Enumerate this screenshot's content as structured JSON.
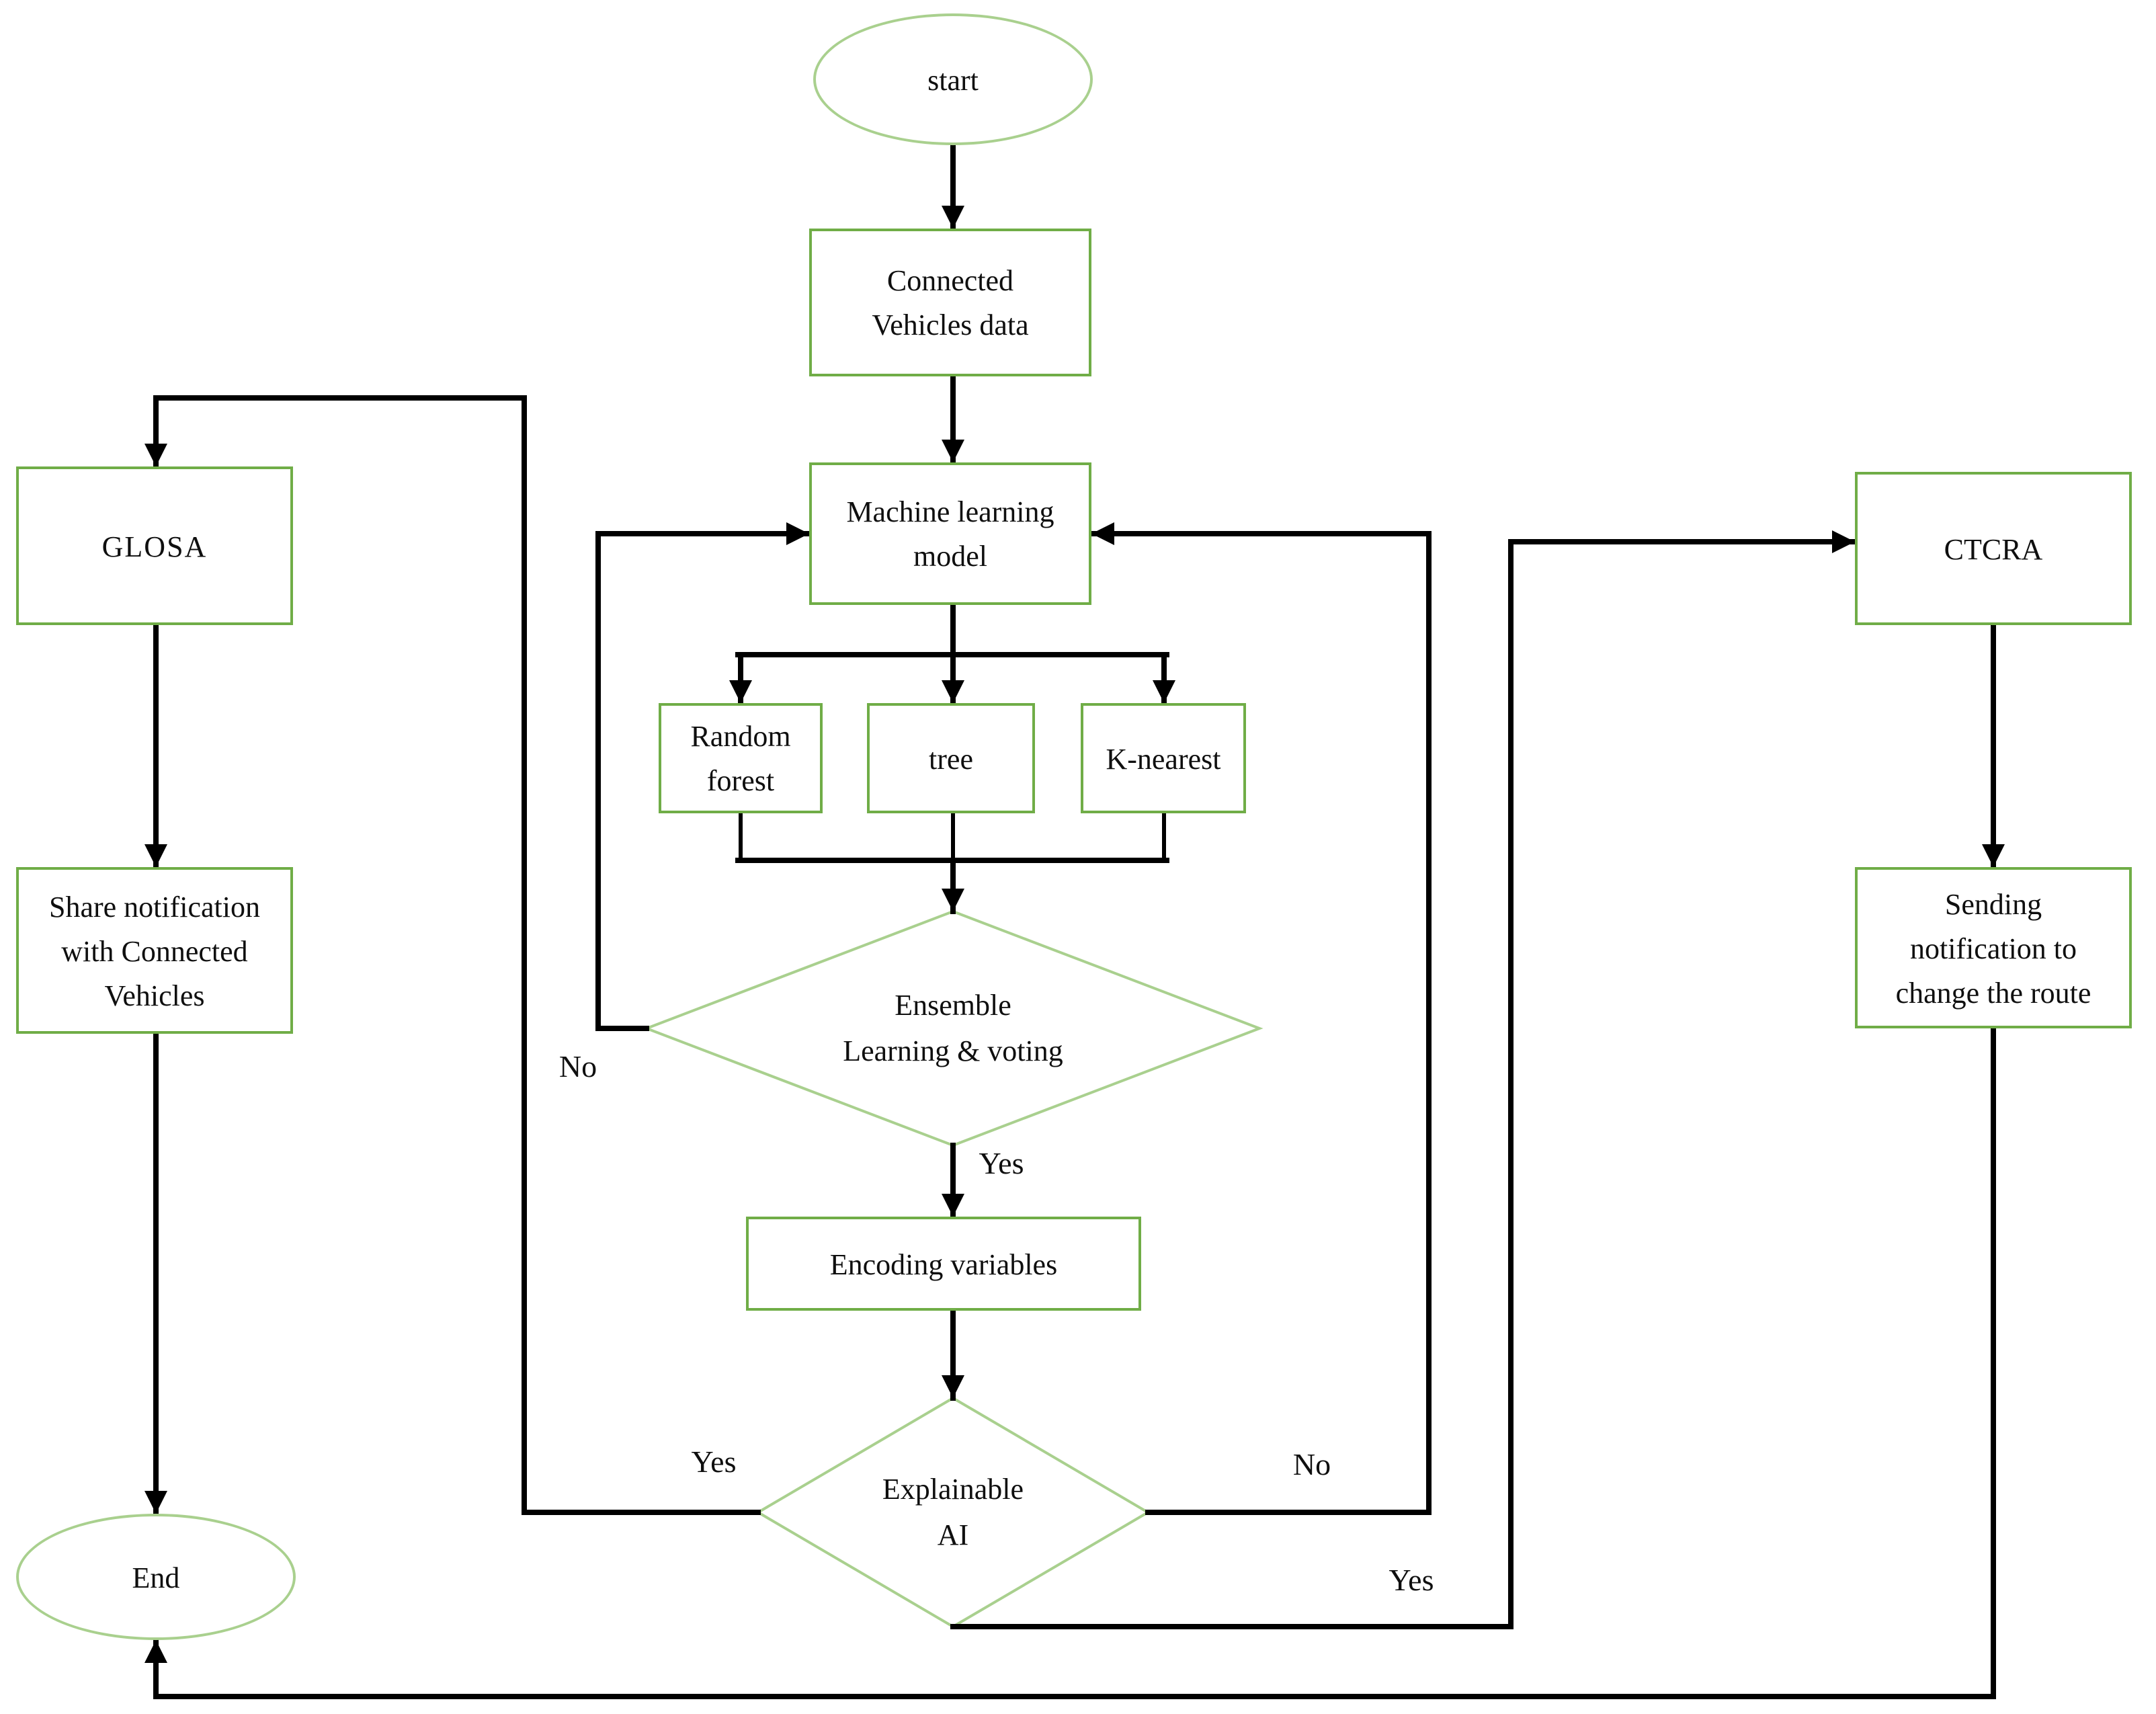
{
  "diagram": {
    "type": "flowchart",
    "colors": {
      "process_border": "#70AD47",
      "terminator_border": "#A9D08E",
      "connector": "#000000",
      "text": "#0f0f0f",
      "background": "#FFFFFF"
    },
    "nodes": {
      "start": {
        "label": "start",
        "shape": "ellipse"
      },
      "connected_vehicles_data": {
        "label": "Connected\nVehicles data",
        "shape": "rectangle"
      },
      "machine_learning_model": {
        "label": "Machine learning\nmodel",
        "shape": "rectangle"
      },
      "random_forest": {
        "label": "Random\nforest",
        "shape": "rectangle"
      },
      "tree": {
        "label": "tree",
        "shape": "rectangle"
      },
      "k_nearest": {
        "label": "K-nearest",
        "shape": "rectangle"
      },
      "ensemble_learning_voting": {
        "label": "Ensemble\nLearning & voting",
        "shape": "diamond"
      },
      "encoding_variables": {
        "label": "Encoding variables",
        "shape": "rectangle"
      },
      "explainable_ai": {
        "label": "Explainable\nAI",
        "shape": "diamond"
      },
      "glosa": {
        "label": "GLOSA",
        "shape": "rectangle"
      },
      "share_notification": {
        "label": "Share notification\nwith Connected\nVehicles",
        "shape": "rectangle"
      },
      "end": {
        "label": "End",
        "shape": "ellipse"
      },
      "ctcra": {
        "label": "CTCRA",
        "shape": "rectangle"
      },
      "sending_notification": {
        "label": "Sending\nnotification to\nchange the route",
        "shape": "rectangle"
      }
    },
    "edge_labels": {
      "ensemble_no": "No",
      "ensemble_yes": "Yes",
      "explainable_yes_left": "Yes",
      "explainable_no_right": "No",
      "explainable_yes_bottom": "Yes"
    },
    "edges": [
      {
        "from": "start",
        "to": "connected_vehicles_data",
        "label": ""
      },
      {
        "from": "connected_vehicles_data",
        "to": "machine_learning_model",
        "label": ""
      },
      {
        "from": "machine_learning_model",
        "to": "random_forest",
        "label": ""
      },
      {
        "from": "machine_learning_model",
        "to": "tree",
        "label": ""
      },
      {
        "from": "machine_learning_model",
        "to": "k_nearest",
        "label": ""
      },
      {
        "from": "random_forest",
        "to": "ensemble_learning_voting",
        "label": ""
      },
      {
        "from": "tree",
        "to": "ensemble_learning_voting",
        "label": ""
      },
      {
        "from": "k_nearest",
        "to": "ensemble_learning_voting",
        "label": ""
      },
      {
        "from": "ensemble_learning_voting",
        "to": "machine_learning_model",
        "label": "No"
      },
      {
        "from": "ensemble_learning_voting",
        "to": "encoding_variables",
        "label": "Yes"
      },
      {
        "from": "encoding_variables",
        "to": "explainable_ai",
        "label": ""
      },
      {
        "from": "explainable_ai",
        "to": "glosa",
        "label": "Yes"
      },
      {
        "from": "explainable_ai",
        "to": "machine_learning_model",
        "label": "No"
      },
      {
        "from": "explainable_ai",
        "to": "ctcra",
        "label": "Yes"
      },
      {
        "from": "glosa",
        "to": "share_notification",
        "label": ""
      },
      {
        "from": "share_notification",
        "to": "end",
        "label": ""
      },
      {
        "from": "ctcra",
        "to": "sending_notification",
        "label": ""
      },
      {
        "from": "sending_notification",
        "to": "end",
        "label": ""
      }
    ]
  }
}
